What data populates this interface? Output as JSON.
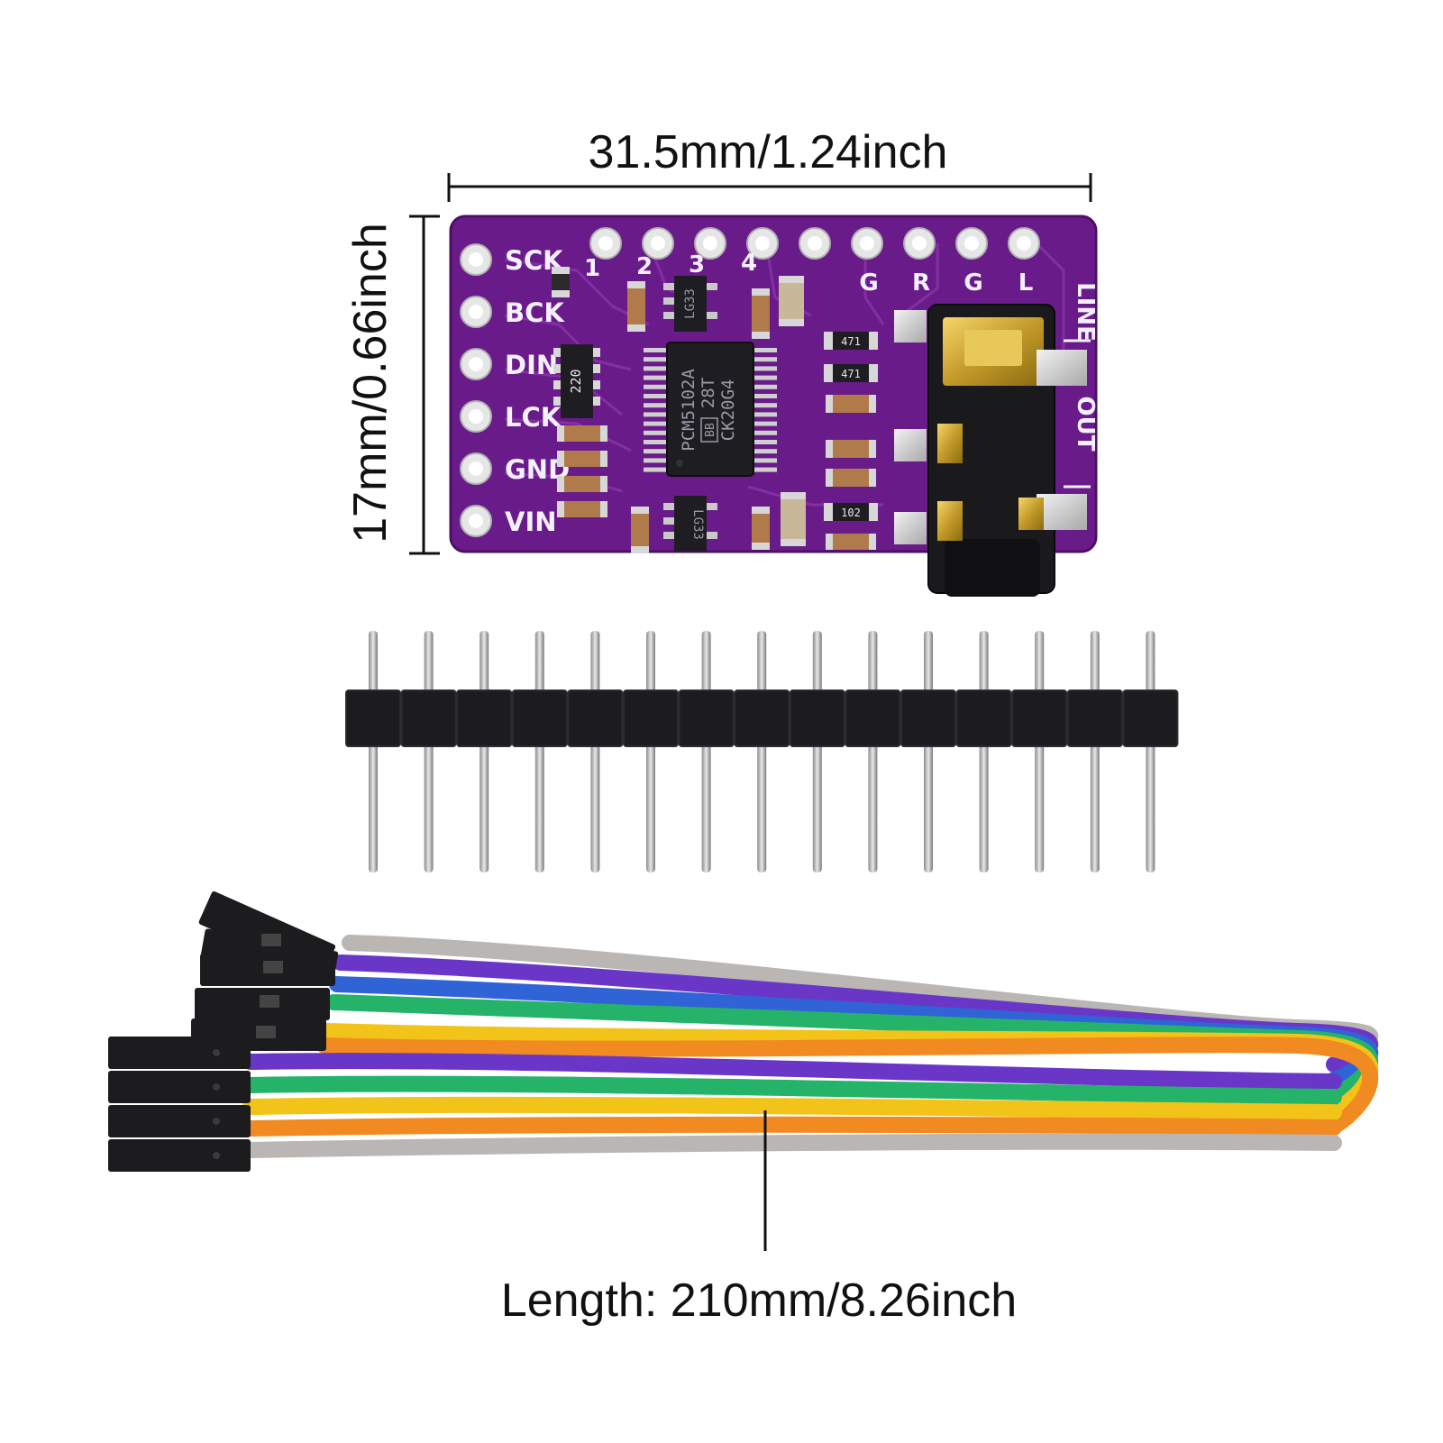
{
  "dimensions": {
    "width_label": "31.5mm/1.24inch",
    "height_label": "17mm/0.66inch",
    "cable_length_label": "Length: 210mm/8.26inch"
  },
  "board": {
    "left_pins": [
      "SCK",
      "BCK",
      "DIN",
      "LCK",
      "GND",
      "VIN"
    ],
    "top_numbers": [
      "1",
      "2",
      "3",
      "4"
    ],
    "top_letters": [
      "G",
      "R",
      "G",
      "L"
    ],
    "side_labels": [
      "LINE",
      "OUT"
    ],
    "chip_lines": [
      "PCM5102A",
      "28T",
      "CK20G4"
    ],
    "chip_logo": "BB",
    "regulator_label": "LG33",
    "resistor_codes": [
      "471",
      "471",
      "102",
      "220"
    ]
  },
  "colors": {
    "pcb": "#6a1b8a",
    "wire_colors": [
      "#b9b6b4",
      "#6a36c8",
      "#2f63d6",
      "#25b36a",
      "#f2c318",
      "#f28a22"
    ]
  }
}
